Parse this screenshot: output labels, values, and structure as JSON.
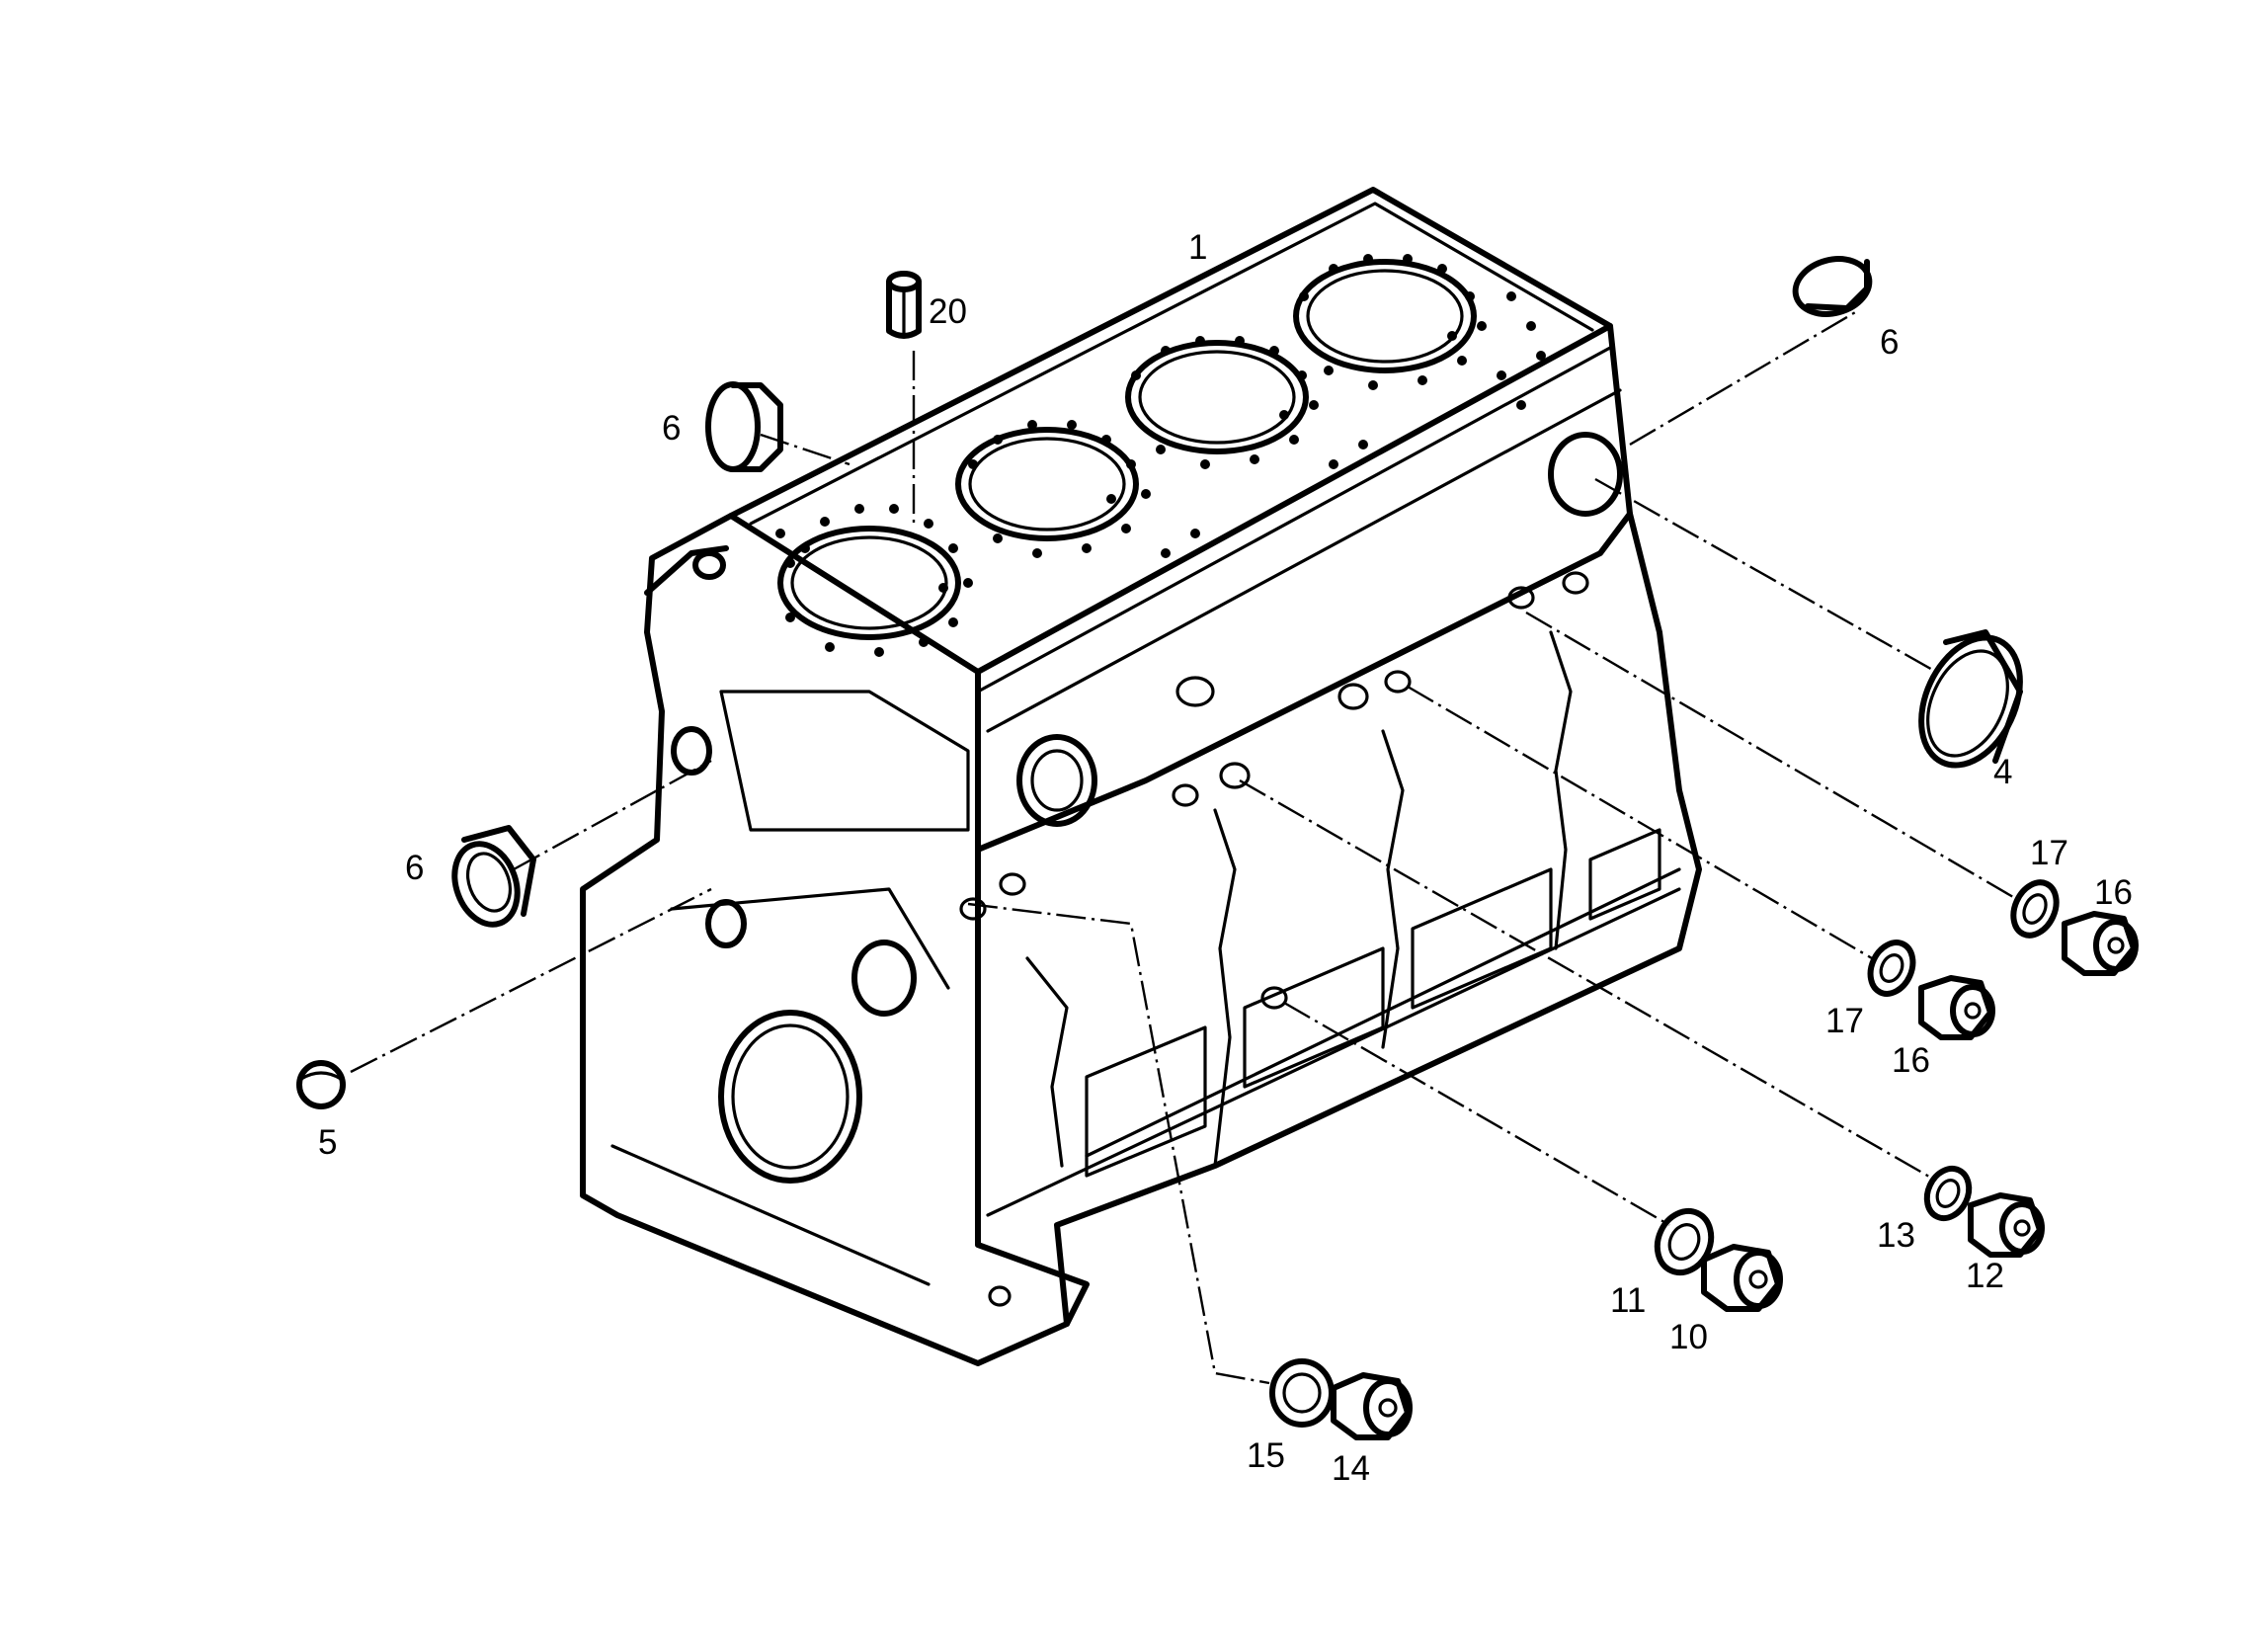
{
  "diagram": {
    "callouts": {
      "block": "1",
      "dowel": "20",
      "plug_front_top": "6",
      "plug_rear_top": "6",
      "plug_front_left": "6",
      "rear_seal": "4",
      "small_plug": "5",
      "washer_17a": "17",
      "plug_16a": "16",
      "washer_17b": "17",
      "plug_16b": "16",
      "washer_13": "13",
      "plug_12": "12",
      "washer_11": "11",
      "plug_10": "10",
      "washer_15": "15",
      "plug_14": "14"
    }
  }
}
